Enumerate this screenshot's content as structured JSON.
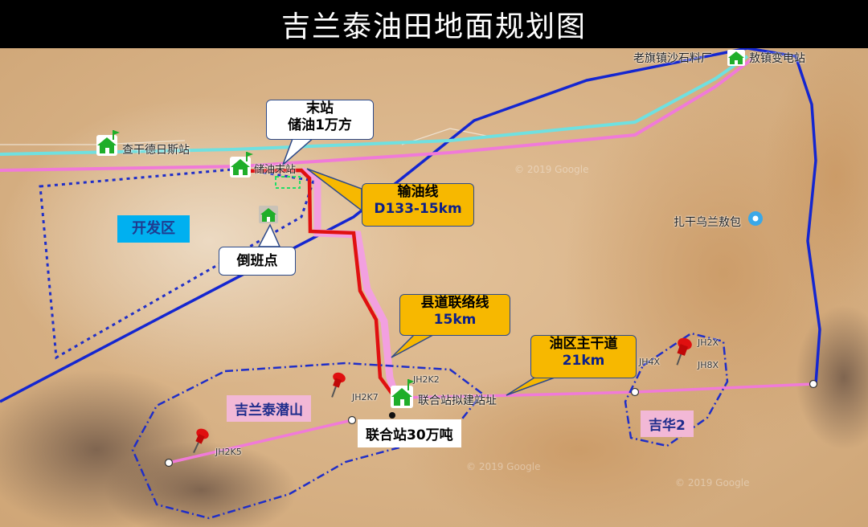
{
  "title": "吉兰泰油田地面规划图",
  "callouts": {
    "terminal_line1": "末站",
    "terminal_line2": "储油1万方",
    "pipeline_line1": "输油线",
    "pipeline_line2": "D133-15km",
    "county_road_line1": "县道联络线",
    "county_road_line2": "15km",
    "main_road_line1": "油区主干道",
    "main_road_line2": "21km",
    "shift_point": "倒班点",
    "dev_zone": "开发区",
    "combined_station": "联合站30万吨"
  },
  "areas": {
    "jilantai": "吉兰泰潜山",
    "jihua": "吉华2"
  },
  "map_labels": {
    "chagan": "查干德日斯站",
    "laoqi": "老旗镇沙石料厂",
    "aoyun": "敖镇变电站",
    "zhagan": "扎干乌兰敖包",
    "combined_site": "联合站拟建站址",
    "jh2k2": "JH2K2",
    "jh2k7": "JH2K7",
    "jh2k5": "JH2K5",
    "jh4x": "JH4X",
    "jh2x": "JH2X",
    "jh8x": "JH8X",
    "terminal_map": "储油末站"
  },
  "colors": {
    "pipeline": "#e01010",
    "road_pink": "#f07ad8",
    "road_cyan": "#6fe0e0",
    "power_blue": "#1426d0",
    "boundary": "#1f2ec8",
    "station_green": "#1fae2a"
  },
  "icons": [
    "house-icon",
    "pin-icon",
    "location-icon"
  ]
}
